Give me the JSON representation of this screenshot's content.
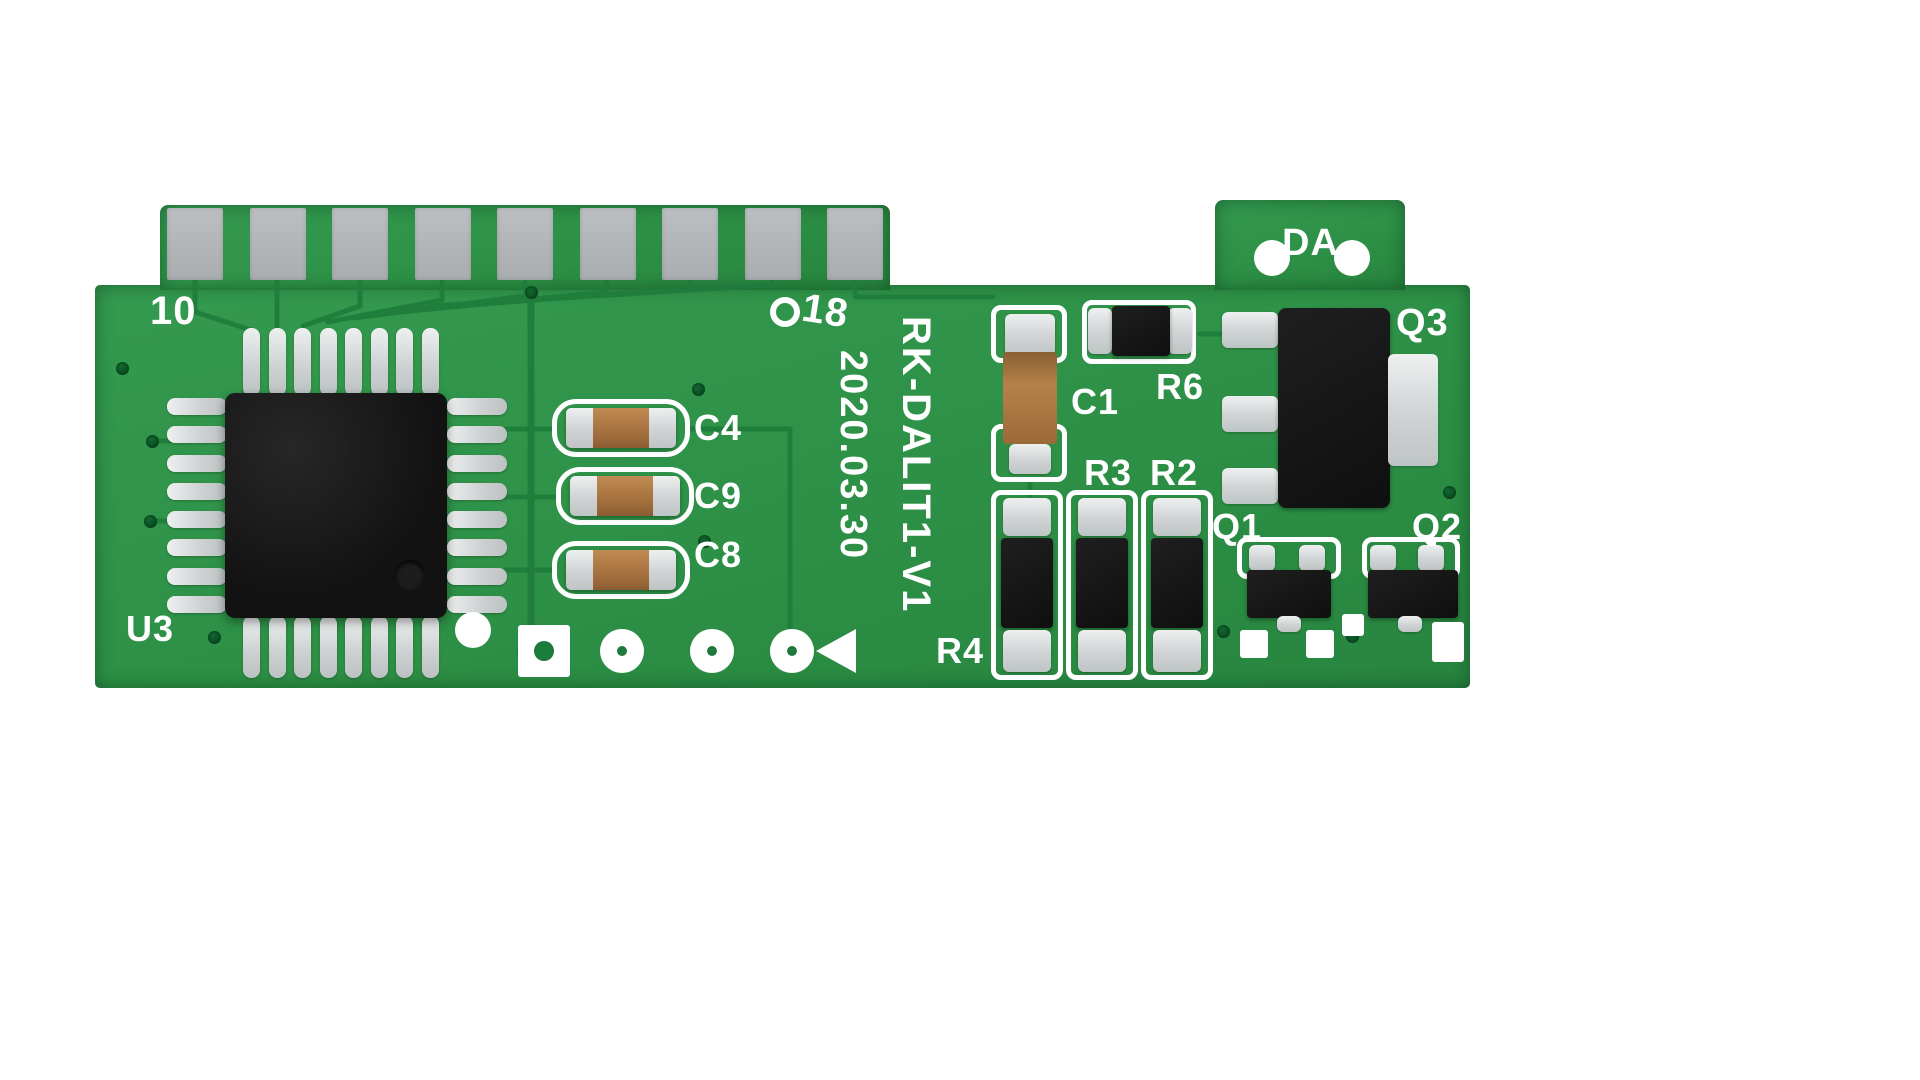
{
  "description": "Top view photo of a green printed circuit board with microcontroller, capacitors, resistors and transistors",
  "board": {
    "silkscreen_model": "RK-DALIT1-V1",
    "silkscreen_date": "2020.03.30",
    "labels": {
      "pin10": "10",
      "pin18": "18",
      "u3": "U3",
      "c4": "C4",
      "c9": "C9",
      "c8": "C8",
      "c1": "C1",
      "r6": "R6",
      "r3": "R3",
      "r2": "R2",
      "r4": "R4",
      "q1": "Q1",
      "q2": "Q2",
      "q3": "Q3",
      "da": "DA"
    },
    "colors": {
      "board_green": "#2F9349",
      "trace_green": "#1F7C3C",
      "silkscreen_white": "#FFFFFF",
      "connector_pad_gray": "#B0B3B5",
      "solder_pad_silver": "#D9DCDD",
      "component_body_black": "#141414",
      "capacitor_ceramic_tan": "#AC7945"
    }
  }
}
